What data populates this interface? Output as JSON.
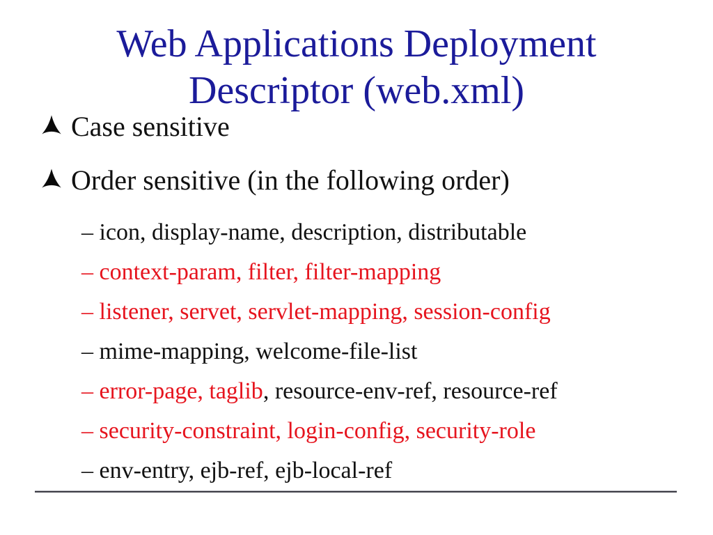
{
  "slide": {
    "title": {
      "line1": "Web Applications Deployment",
      "line2": "Descriptor (web.xml)"
    },
    "bullets": [
      {
        "label": "Case sensitive"
      },
      {
        "label": "Order sensitive (in the following order)"
      }
    ],
    "sub_bullets": [
      {
        "segments": [
          {
            "text": "– icon, display-name, description, distributable",
            "color": "#111111"
          }
        ]
      },
      {
        "segments": [
          {
            "text": "– context-param, filter, filter-mapping",
            "color": "#E6141E"
          }
        ]
      },
      {
        "segments": [
          {
            "text": "– listener, servet, servlet-mapping, session-config",
            "color": "#E6141E"
          }
        ]
      },
      {
        "segments": [
          {
            "text": "– mime-mapping, welcome-file-list",
            "color": "#111111"
          }
        ]
      },
      {
        "segments": [
          {
            "text": "– error-page, taglib",
            "color": "#E6141E"
          },
          {
            "text": ", resource-env-ref, resource-ref",
            "color": "#111111"
          }
        ]
      },
      {
        "segments": [
          {
            "text": "– security-constraint, login-config, security-role",
            "color": "#E6141E"
          }
        ]
      },
      {
        "segments": [
          {
            "text": "– env-entry, ejb-ref, ejb-local-ref",
            "color": "#111111"
          }
        ]
      }
    ],
    "icons": [
      {
        "name": "three-point-star-bullet-icon",
        "color": "#0a0a0a"
      }
    ],
    "palette": {
      "title_blue": "#1B1B9A",
      "red": "#E6141E",
      "black": "#111111",
      "divider_dark": "#3c3c45",
      "divider_light": "#b9b9bf",
      "background": "#ffffff"
    }
  }
}
